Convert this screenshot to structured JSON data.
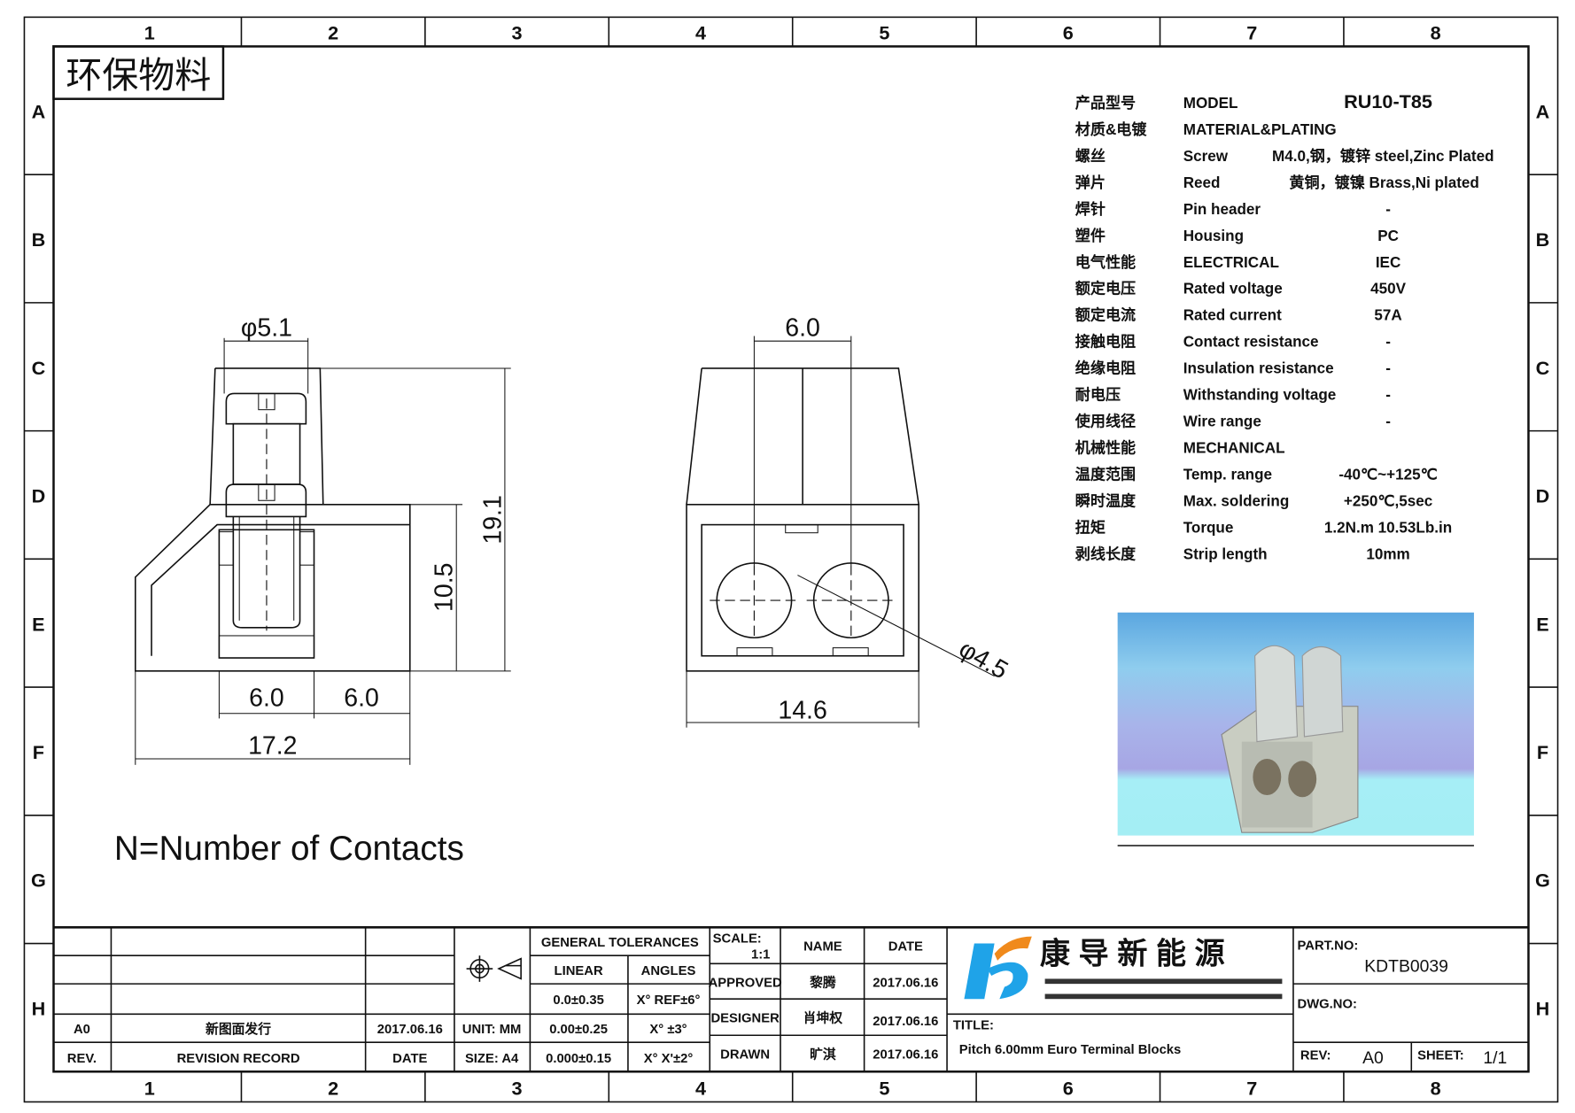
{
  "grid": {
    "columns": [
      "1",
      "2",
      "3",
      "4",
      "5",
      "6",
      "7",
      "8"
    ],
    "rows": [
      "A",
      "B",
      "C",
      "D",
      "E",
      "F",
      "G",
      "H"
    ]
  },
  "stamp": "环保物料",
  "side_view": {
    "dia": "φ5.1",
    "height_total": "19.1",
    "height_body": "10.5",
    "pitch1": "6.0",
    "pitch2": "6.0",
    "width": "17.2"
  },
  "front_view": {
    "pitch": "6.0",
    "width": "14.6",
    "hole_dia": "φ4.5"
  },
  "note": "N=Number of Contacts",
  "specs": [
    {
      "cn": "产品型号",
      "en": "MODEL",
      "value": "RU10-T85"
    },
    {
      "cn": "材质&电镀",
      "en": "MATERIAL&PLATING",
      "value": ""
    },
    {
      "cn": "螺丝",
      "en": "Screw",
      "value": "M4.0,钢，镀锌 steel,Zinc Plated"
    },
    {
      "cn": "弹片",
      "en": "Reed",
      "value": "黄铜，镀镍 Brass,Ni plated"
    },
    {
      "cn": "焊针",
      "en": "Pin header",
      "value": "-"
    },
    {
      "cn": "塑件",
      "en": "Housing",
      "value": "PC"
    },
    {
      "cn": "电气性能",
      "en": "ELECTRICAL",
      "value": "IEC"
    },
    {
      "cn": "额定电压",
      "en": "Rated voltage",
      "value": "450V"
    },
    {
      "cn": "额定电流",
      "en": "Rated current",
      "value": "57A"
    },
    {
      "cn": "接触电阻",
      "en": "Contact resistance",
      "value": "-"
    },
    {
      "cn": "绝缘电阻",
      "en": "Insulation resistance",
      "value": "-"
    },
    {
      "cn": "耐电压",
      "en": "Withstanding voltage",
      "value": "-"
    },
    {
      "cn": "使用线径",
      "en": "Wire range",
      "value": "-"
    },
    {
      "cn": "机械性能",
      "en": "MECHANICAL",
      "value": ""
    },
    {
      "cn": "温度范围",
      "en": "Temp. range",
      "value": "-40℃~+125℃"
    },
    {
      "cn": "瞬时温度",
      "en": "Max. soldering",
      "value": "+250℃,5sec"
    },
    {
      "cn": "扭矩",
      "en": "Torque",
      "value": "1.2N.m  10.53Lb.in"
    },
    {
      "cn": "剥线长度",
      "en": "Strip length",
      "value": "10mm"
    }
  ],
  "title_block": {
    "revision": {
      "rev": "A0",
      "record": "新图面发行",
      "date": "2017.06.16",
      "rev_header": "REV.",
      "record_header": "REVISION RECORD",
      "date_header": "DATE"
    },
    "unit": "UNIT: MM",
    "size": "SIZE: A4",
    "tolerances": {
      "header": "GENERAL TOLERANCES",
      "linear_header": "LINEAR",
      "angles_header": "ANGLES",
      "linear": [
        "0.0±0.35",
        "0.00±0.25",
        "0.000±0.15"
      ],
      "angles": [
        "X° REF±6°",
        "X° ±3°",
        "X° X'±2°"
      ]
    },
    "scale_label": "SCALE:",
    "scale": "1:1",
    "name_header": "NAME",
    "date_header": "DATE",
    "approved": {
      "label": "APPROVED",
      "name": "黎腾",
      "date": "2017.06.16"
    },
    "designer": {
      "label": "DESIGNER",
      "name": "肖坤权",
      "date": "2017.06.16"
    },
    "drawn": {
      "label": "DRAWN",
      "name": "旷淇",
      "date": "2017.06.16"
    },
    "company": "康 导 新 能 源",
    "title_label": "TITLE:",
    "title": "Pitch 6.00mm Euro Terminal Blocks",
    "part_no_label": "PART.NO:",
    "part_no": "KDTB0039",
    "dwg_no_label": "DWG.NO:",
    "rev_label": "REV:",
    "rev": "A0",
    "sheet_label": "SHEET:",
    "sheet": "1/1"
  },
  "colors": {
    "logo_blue": "#1fa3e8",
    "logo_orange": "#f08a1c",
    "photo_top": "#7ec6ec",
    "photo_mid": "#a9a8e6"
  }
}
